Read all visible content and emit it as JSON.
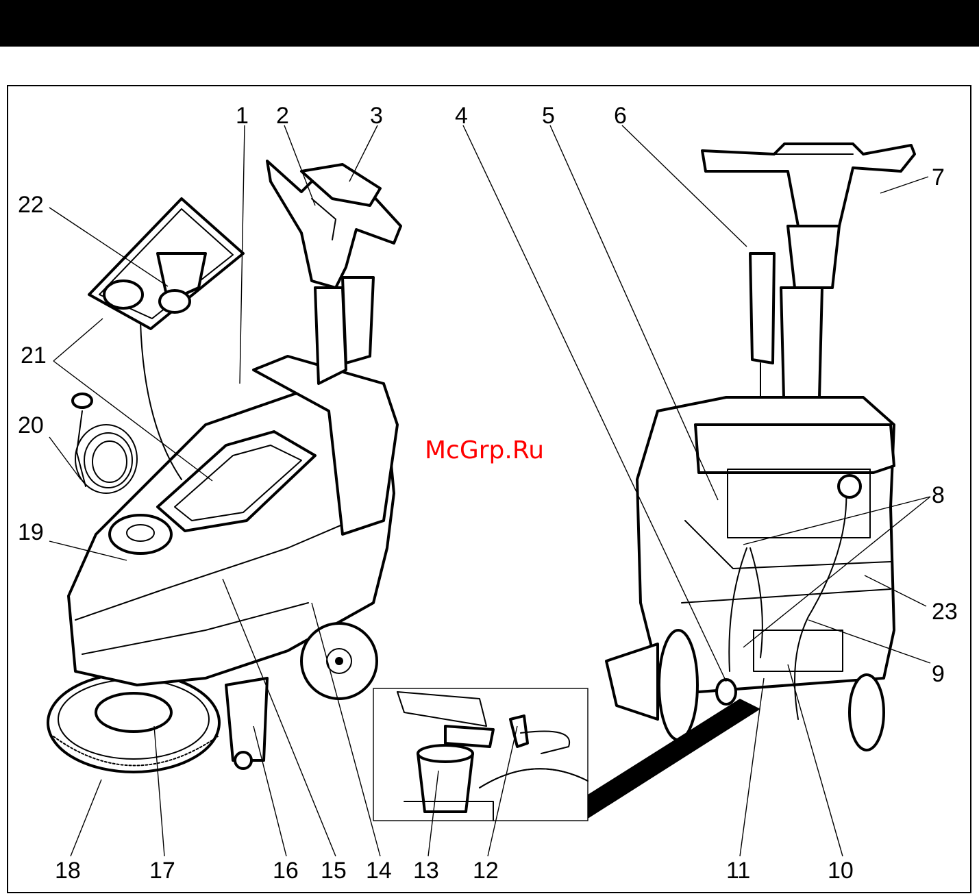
{
  "watermark": "McGrp.Ru",
  "callouts": [
    "1",
    "2",
    "3",
    "4",
    "5",
    "6",
    "7",
    "8",
    "9",
    "10",
    "11",
    "12",
    "13",
    "14",
    "15",
    "16",
    "17",
    "18",
    "19",
    "20",
    "21",
    "22",
    "23"
  ],
  "colors": {
    "ink": "#000000",
    "paper": "#ffffff",
    "watermark": "#ff0000"
  }
}
